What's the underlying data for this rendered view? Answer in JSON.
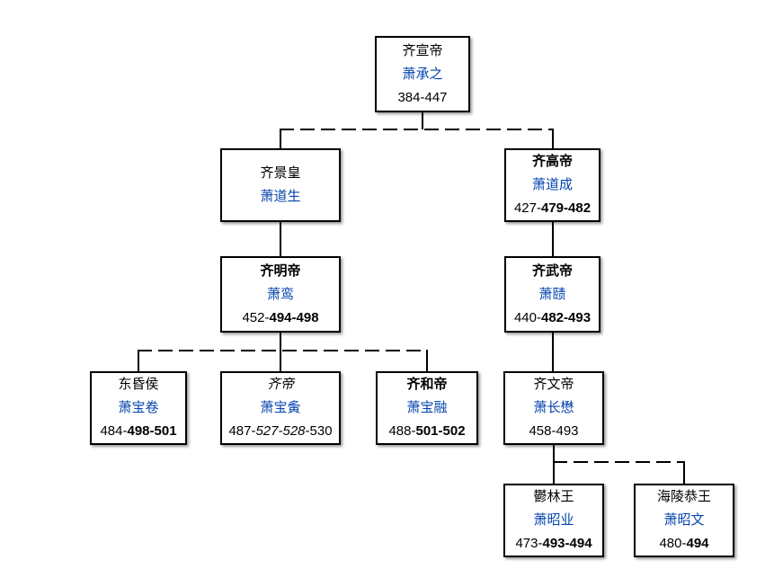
{
  "diagram": {
    "type": "family-tree",
    "link_color": "#0645ad",
    "text_color": "#000000",
    "border_color": "#000000"
  },
  "tree": {
    "boxes": [
      {
        "title": "齐宣帝",
        "name": "萧承之",
        "dates_prefix": "384-447",
        "dates_emph": "",
        "dates_suffix": ""
      },
      {
        "title": "齐景皇",
        "name": "萧道生"
      },
      {
        "title": "齐高帝",
        "name": "萧道成",
        "dates_prefix": "427-",
        "dates_emph": "479-482",
        "dates_suffix": ""
      },
      {
        "title": "齐明帝",
        "name": "萧鸾",
        "dates_prefix": "452-",
        "dates_emph": "494-498",
        "dates_suffix": ""
      },
      {
        "title": "齐武帝",
        "name": "萧赜",
        "dates_prefix": "440-",
        "dates_emph": "482-493",
        "dates_suffix": ""
      },
      {
        "title": "东昏侯",
        "name": "萧宝卷",
        "dates_prefix": "484-",
        "dates_emph": "498-501",
        "dates_suffix": ""
      },
      {
        "title": "齐帝",
        "name": "萧宝夤",
        "dates_prefix": "487-",
        "dates_emph": "527-528",
        "dates_suffix": "-530"
      },
      {
        "title": "齐和帝",
        "name": "萧宝融",
        "dates_prefix": "488-",
        "dates_emph": "501-502",
        "dates_suffix": ""
      },
      {
        "title": "齐文帝",
        "name": "萧长懋",
        "dates_prefix": "458-493",
        "dates_emph": "",
        "dates_suffix": ""
      },
      {
        "title": "鬱林王",
        "name": "萧昭业",
        "dates_prefix": "473-",
        "dates_emph": "493-494",
        "dates_suffix": ""
      },
      {
        "title": "海陵恭王",
        "name": "萧昭文",
        "dates_prefix": "480-",
        "dates_emph": "494",
        "dates_suffix": ""
      }
    ]
  }
}
